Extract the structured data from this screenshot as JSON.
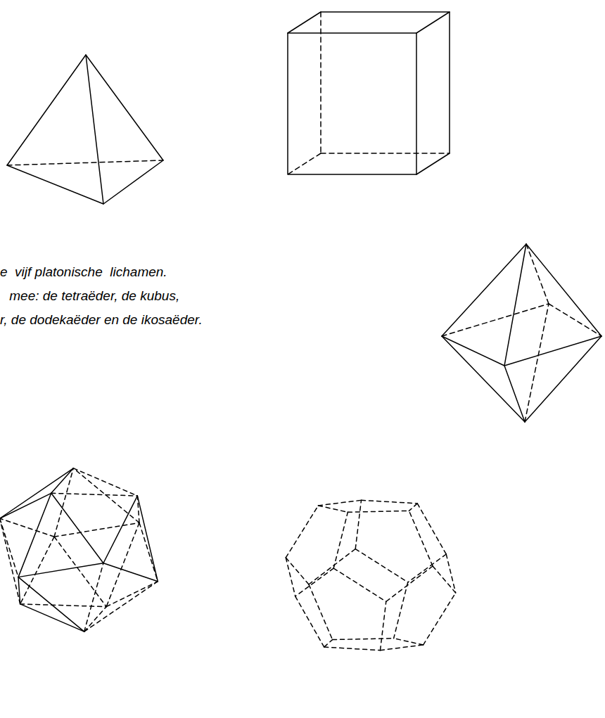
{
  "diagram": {
    "labels": [
      "e  vijf platonische  lichamen.",
      " mee: de tetraëder, de kubus,",
      "r, de dodekaëder en de ikosaëder."
    ]
  }
}
